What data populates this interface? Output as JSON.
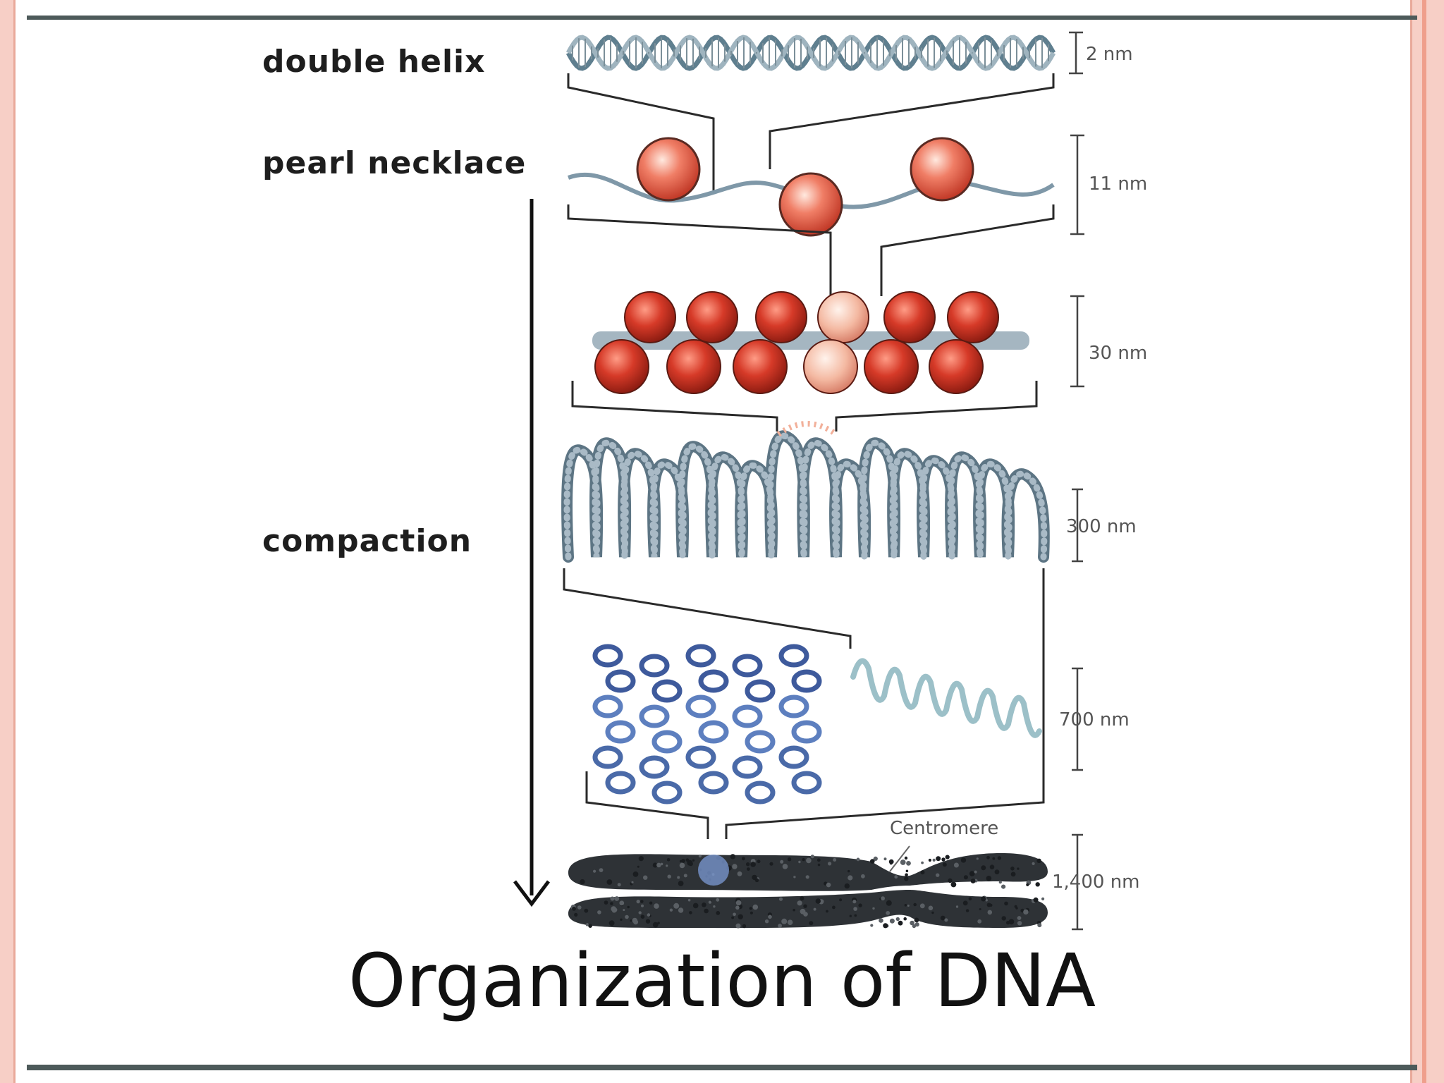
{
  "labels": {
    "double_helix": "double helix",
    "pearl_necklace": "pearl necklace",
    "compaction": "compaction"
  },
  "scales": {
    "s1": "2 nm",
    "s2": "11 nm",
    "s3": "30 nm",
    "s4": "300 nm",
    "s5": "700 nm",
    "s6": "1,400 nm"
  },
  "centromere_label": "Centromere",
  "caption": "Organization of DNA",
  "colors": {
    "frame": "#f7cfc6",
    "frame_line": "#e9a99a",
    "rule": "#4d5a5a",
    "nucleosome": "#d9412f",
    "nucleosome_light": "#f2b09a",
    "fiber": "#7f98a8",
    "loop": "#5f8fb8",
    "chromosome": "#2e3236"
  },
  "icons": [
    "downward-arrow-icon",
    "scale-bar-icon"
  ]
}
